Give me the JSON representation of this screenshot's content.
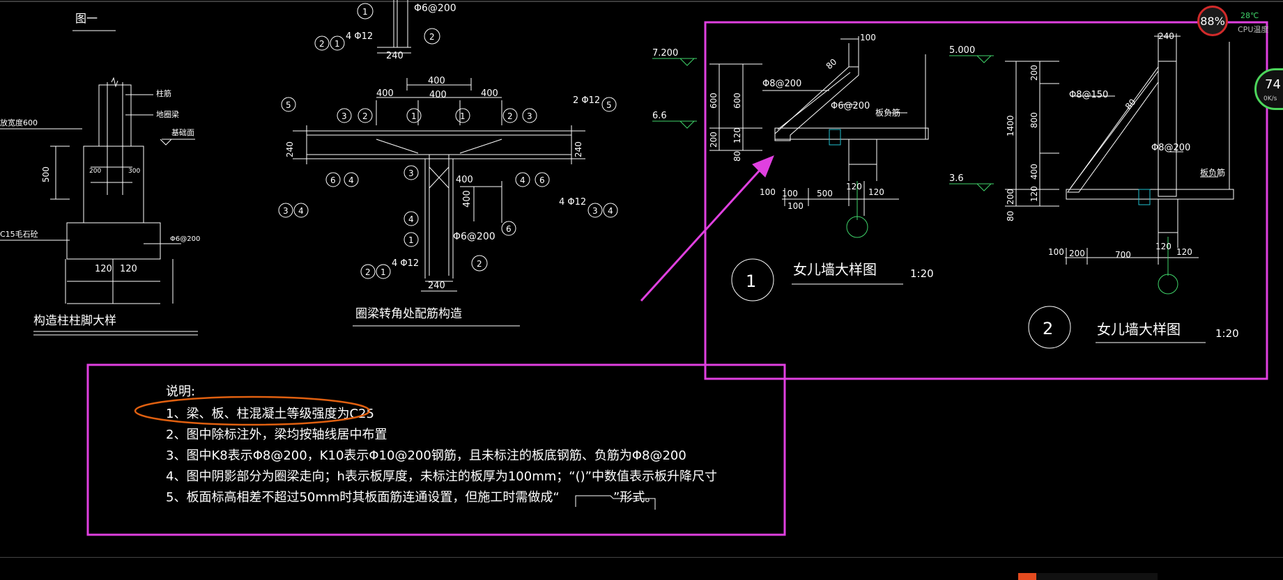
{
  "labels": {
    "fig_one": "图一",
    "col_detail_title": "构造柱柱脚大样",
    "ring_title": "圈梁转角处配筋构造",
    "parapet1_title": "女儿墙大样图",
    "parapet2_title": "女儿墙大样图",
    "scale1": "1:20",
    "scale2": "1:20",
    "circle1": "1",
    "circle2": "2"
  },
  "col_detail": {
    "t_zhu": "柱筋",
    "t_dql": "地圈梁",
    "t_jcm": "基础面",
    "t_dim500": "500",
    "t_dim200": "200",
    "t_dim300": "300",
    "t_kuan": "放宽度600",
    "t_mao": "C15毛石砼",
    "t_rebar": "Φ6@200",
    "t_120a": "120",
    "t_120b": "120"
  },
  "ring_beam": {
    "t_top_phi": "Φ6@200",
    "t_4phi12a": "4 Φ12",
    "t_240a": "240",
    "d400a": "400",
    "d400b": "400",
    "d400c": "400",
    "d400d": "400",
    "t_2phi12": "2 Φ12",
    "t_240v1": "240",
    "t_240v2": "240",
    "t_400e": "400",
    "t_400v": "400",
    "t_4phi12b": "4 Φ12",
    "t_phi6b": "Φ6@200",
    "t_4phi12c": "4 Φ12",
    "t_240b": "240",
    "n1": "1",
    "n2": "2",
    "n3": "3",
    "n4": "4",
    "n5": "5",
    "n6": "6"
  },
  "parapet1": {
    "level_a": "7.200",
    "level_b": "6.6",
    "t_100top": "100",
    "t_80": "80",
    "t_phi8": "Φ8@200",
    "t_phi6": "Φ6@200",
    "t_banfu": "板负筋",
    "t_600a": "600",
    "t_600b": "600",
    "t_200": "200",
    "t_120": "120",
    "t_80b": "80",
    "t_100a": "100",
    "t_100b": "100",
    "t_500": "500",
    "t_100c": "100",
    "t_120b": "120",
    "t_120c": "120"
  },
  "parapet2": {
    "level_a": "5.000",
    "level_b": "3.6",
    "t_240": "240",
    "t_phi8_150": "Φ8@150",
    "t_80": "80",
    "t_phi8_200": "Φ8@200",
    "t_banfu": "板负筋",
    "t_200": "200",
    "t_800": "800",
    "t_1400": "1400",
    "t_400": "400",
    "t_120": "120",
    "t_200b": "200",
    "t_80b": "80",
    "t_100": "100",
    "t_200c": "200",
    "t_700": "700",
    "t_120b": "120",
    "t_120c": "120"
  },
  "notes": {
    "title": "说明:",
    "line1": "1、梁、板、柱混凝土等级强度为C25",
    "line2": "2、图中除标注外，梁均按轴线居中布置",
    "line3": "3、图中K8表示Φ8@200，K10表示Φ10@200钢筋，且未标注的板底钢筋、负筋为Φ8@200",
    "line4": "4、图中阴影部分为圈梁走向；h表示板厚度，未标注的板厚为100mm；“()”中数值表示板升降尺寸",
    "line5": "5、板面标高相差不超过50mm时其板面筋连通设置，但施工时需做成“",
    "line5b": "”形式。"
  },
  "widget": {
    "cpu_percent": "88%",
    "cpu_temp": "28℃",
    "cpu_label": "CPU温度",
    "mem_value": "74",
    "mem_sub": "0K/s"
  },
  "colors": {
    "annotation": "#e040e0",
    "highlight": "#e06010",
    "level_marker": "#3fd46a",
    "cyan": "#20c0d0"
  }
}
